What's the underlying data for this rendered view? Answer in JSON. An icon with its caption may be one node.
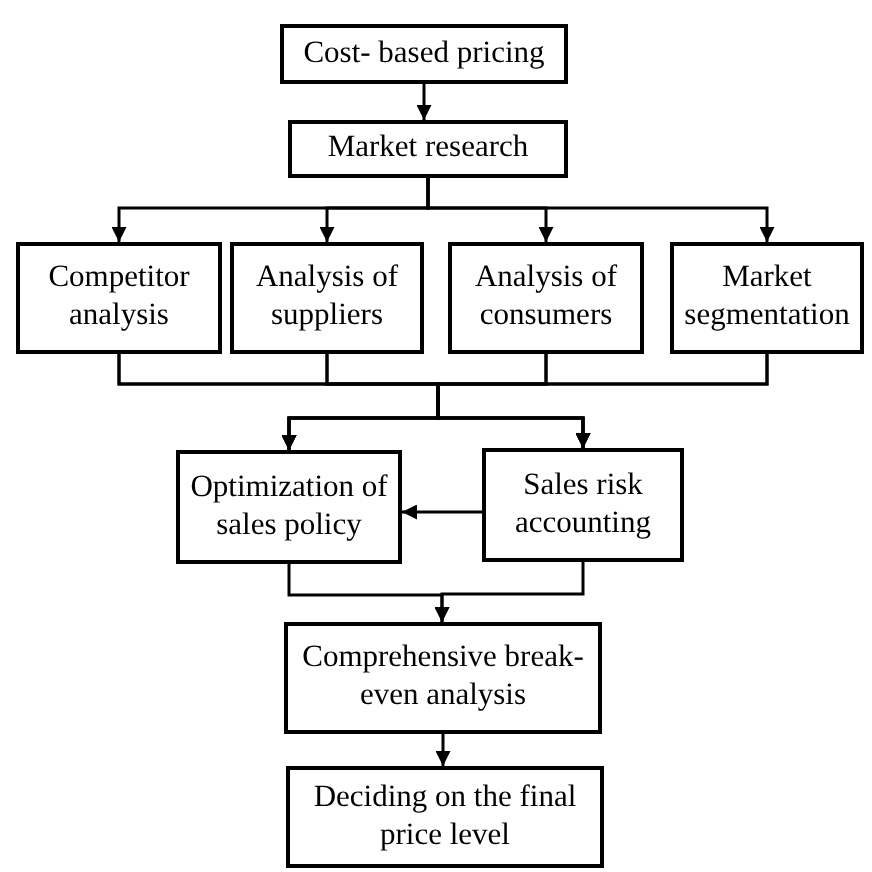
{
  "diagram": {
    "nodes": [
      {
        "text": [
          "Cost- based pricing"
        ]
      },
      {
        "text": [
          "Market research"
        ]
      },
      {
        "text": [
          "Competitor analysis"
        ]
      },
      {
        "text": [
          "Analysis of suppliers"
        ]
      },
      {
        "text": [
          "Analysis of consumers"
        ]
      },
      {
        "text": [
          "Market segmentation"
        ]
      },
      {
        "text": [
          "Optimization of sales policy"
        ]
      },
      {
        "text": [
          "Sales risk accounting"
        ]
      },
      {
        "text": [
          "Comprehensive break-even analysis"
        ]
      },
      {
        "text": [
          "Deciding on the final price level"
        ]
      }
    ],
    "edges": [
      {
        "from": 0,
        "to": 1,
        "arrow": "to"
      },
      {
        "from": 1,
        "to": 2,
        "arrow": "to"
      },
      {
        "from": 1,
        "to": 3,
        "arrow": "to"
      },
      {
        "from": 1,
        "to": 4,
        "arrow": "to"
      },
      {
        "from": 1,
        "to": 5,
        "arrow": "to"
      },
      {
        "from": 2,
        "to": 6,
        "arrow": "to"
      },
      {
        "from": 3,
        "to": 6,
        "arrow": "to"
      },
      {
        "from": 4,
        "to": 6,
        "arrow": "to"
      },
      {
        "from": 5,
        "to": 6,
        "arrow": "to"
      },
      {
        "from": 2,
        "to": 7,
        "arrow": "to"
      },
      {
        "from": 3,
        "to": 7,
        "arrow": "to"
      },
      {
        "from": 4,
        "to": 7,
        "arrow": "to"
      },
      {
        "from": 5,
        "to": 7,
        "arrow": "to"
      },
      {
        "from": 7,
        "to": 6,
        "arrow": "to"
      },
      {
        "from": 6,
        "to": 8,
        "arrow": "to"
      },
      {
        "from": 7,
        "to": 8,
        "arrow": "to"
      },
      {
        "from": 8,
        "to": 9,
        "arrow": "to"
      }
    ]
  }
}
